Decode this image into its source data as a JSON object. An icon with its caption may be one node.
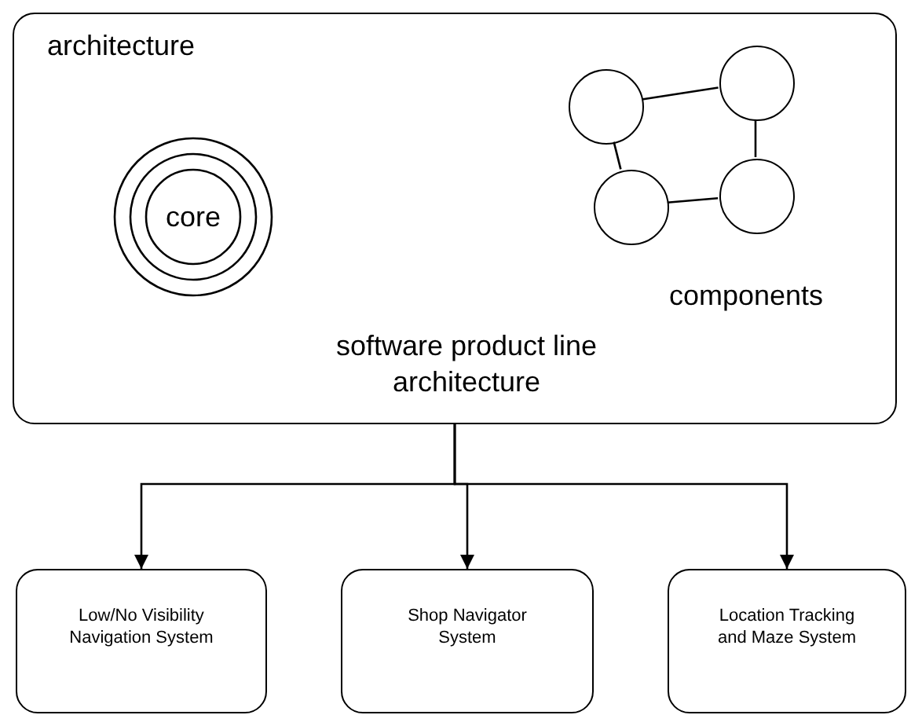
{
  "diagram": {
    "nodes": [
      {
        "text": [
          "software product line architecture"
        ]
      },
      {
        "text": [
          "core"
        ],
        "in": 0,
        "beside": [
          "architecture"
        ]
      },
      {
        "text": [],
        "shape": "circle",
        "in": 0
      },
      {
        "text": [],
        "shape": "circle",
        "in": 0
      },
      {
        "text": [],
        "shape": "circle",
        "in": 0
      },
      {
        "text": [],
        "shape": "circle",
        "in": 0
      },
      {
        "text": [
          "Low/No Visibility Navigation System"
        ]
      },
      {
        "text": [
          "Shop Navigator System"
        ]
      },
      {
        "text": [
          "Location Tracking and Maze System"
        ]
      }
    ],
    "edges": [
      {
        "from": 2,
        "to": 3,
        "arrow": "none"
      },
      {
        "from": 2,
        "to": 4,
        "arrow": "none"
      },
      {
        "from": 3,
        "to": 5,
        "arrow": "none"
      },
      {
        "from": 4,
        "to": 5,
        "arrow": "none"
      },
      {
        "from": 0,
        "to": 6,
        "arrow": "to"
      },
      {
        "from": 0,
        "to": 7,
        "arrow": "to"
      },
      {
        "from": 0,
        "to": 8,
        "arrow": "to"
      }
    ],
    "labels": [
      "components"
    ]
  }
}
